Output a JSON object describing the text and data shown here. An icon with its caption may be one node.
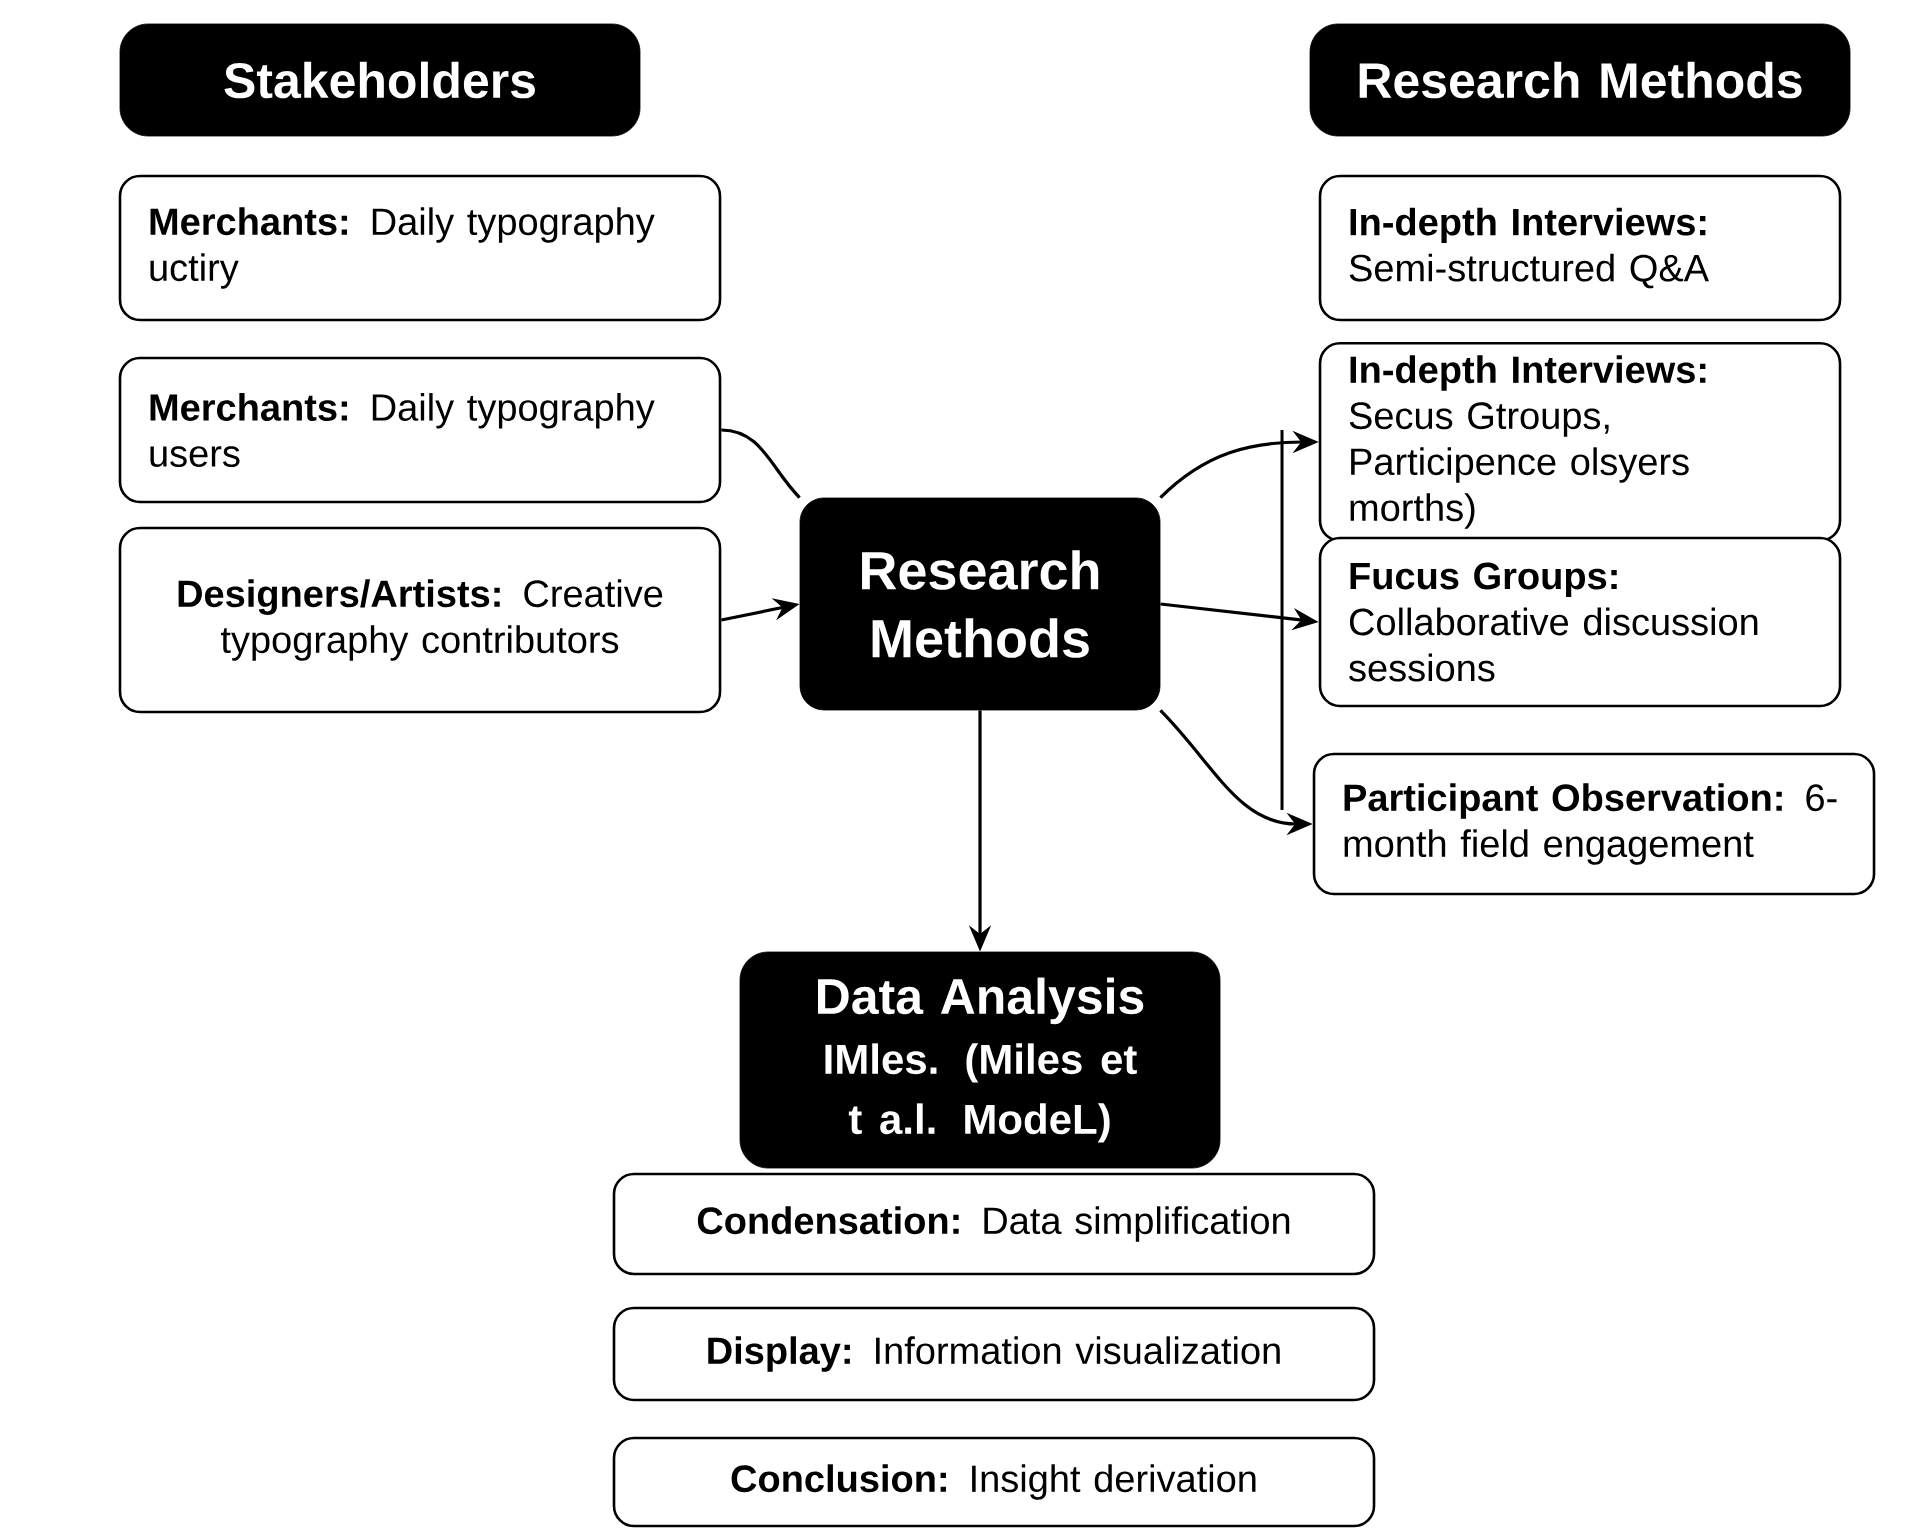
{
  "diagram": {
    "nodes": [
      {
        "text": [
          "Stakeholders"
        ]
      },
      {
        "text": [
          "Research Methods"
        ]
      },
      {
        "text": [
          "**Merchants:** Daily typography uctiry"
        ]
      },
      {
        "text": [
          "**Merchants:** Daily typography users"
        ]
      },
      {
        "text": [
          "**Designers/Artists:** Creative typography contributors"
        ]
      },
      {
        "text": [
          "Research Methods"
        ]
      },
      {
        "text": [
          "**In-depth Interviews:** Semi-structured Q&A"
        ]
      },
      {
        "text": [
          "**In-depth Interviews:** Secus Gtroups, Participence olsyers morths)"
        ]
      },
      {
        "text": [
          "**Fucus Groups:** Collaborative discussion sessions"
        ]
      },
      {
        "text": [
          "**Participant Observation:** 6-month field engagement"
        ]
      },
      {
        "text": [
          "Data Analysis",
          "IMles. (Miles et t a.l. ModeL)"
        ]
      },
      {
        "text": [
          "**Condensation:** Data simplification"
        ]
      },
      {
        "text": [
          "**Display:** Information visualization"
        ]
      },
      {
        "text": [
          "**Conclusion:** Insight derivation"
        ]
      }
    ],
    "edges": [
      {
        "from": 3,
        "to": 5,
        "arrow": "none"
      },
      {
        "from": 4,
        "to": 5,
        "arrow": "to"
      },
      {
        "from": 5,
        "to": 7,
        "arrow": "to"
      },
      {
        "from": 5,
        "to": 8,
        "arrow": "to"
      },
      {
        "from": 5,
        "to": 9,
        "arrow": "to"
      },
      {
        "from": 5,
        "to": 10,
        "arrow": "to"
      }
    ]
  }
}
